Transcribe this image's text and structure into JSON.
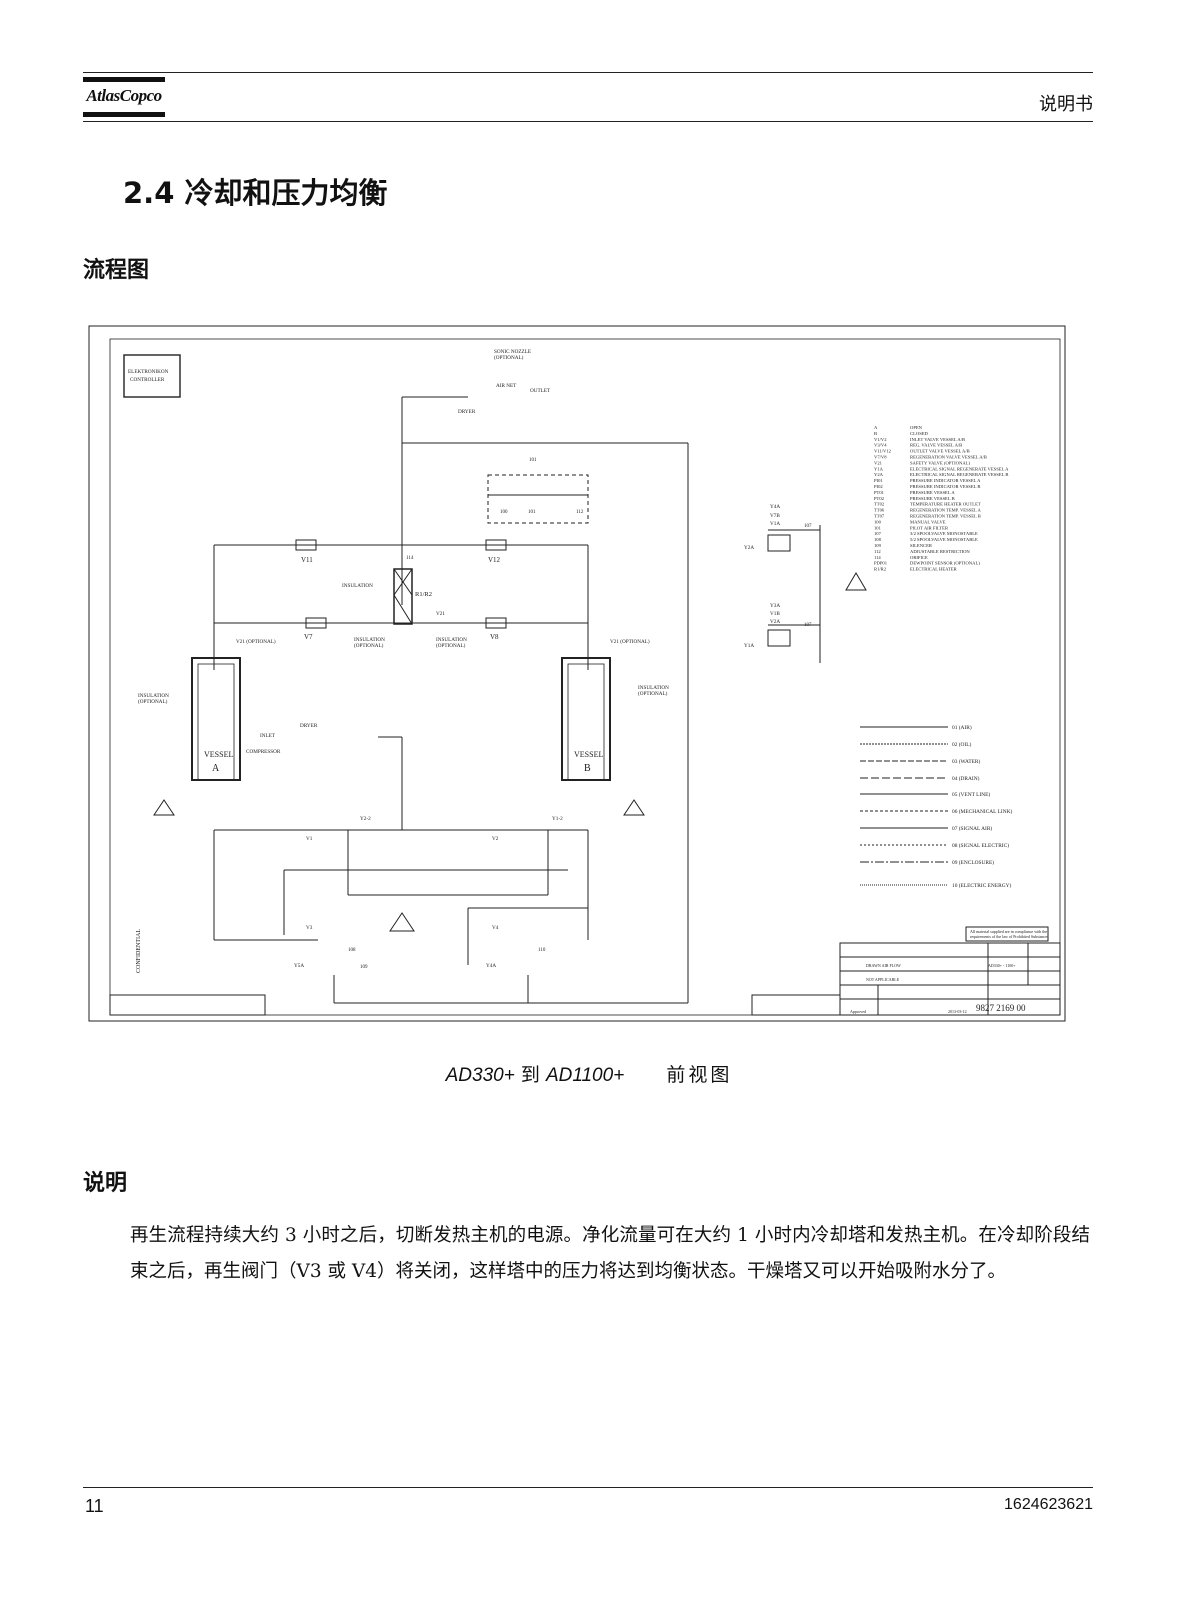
{
  "header": {
    "logo_text": "AtlasCopco",
    "right_label": "说明书"
  },
  "section_title": "2.4 冷却和压力均衡",
  "flow_heading": "流程图",
  "diagram": {
    "controller": [
      "ELEKTRONIKON",
      "CONTROLLER"
    ],
    "sonic_nozzle": [
      "SONIC NOZZLE",
      "(OPTIONAL)"
    ],
    "air_net": "AIR NET",
    "outlet": "OUTLET",
    "dryer_top": "DRYER",
    "v11": "V11",
    "v12": "V12",
    "v7": "V7",
    "v8": "V8",
    "v21": "V21",
    "r1r2": "R1/R2",
    "insulation": "INSULATION",
    "insulation_opt": [
      "INSULATION",
      "(OPTIONAL)"
    ],
    "v21_opt": "V21 (OPTIONAL)",
    "vessel_a": [
      "VESSEL",
      "A"
    ],
    "vessel_b": [
      "VESSEL",
      "B"
    ],
    "inlet": "INLET",
    "compressor": "COMPRESSOR",
    "dryer_in": "DRYER",
    "v1": "V1",
    "v2": "V2",
    "v3": "V3",
    "v4": "V4",
    "y1_2": "Y1-2",
    "y2_2": "Y2-2",
    "y3a": "Y3A",
    "y4a": "Y4A",
    "y1a": "Y1A",
    "y2a": "Y2A",
    "v5a": "Y5A",
    "v7b": "V7B",
    "v1a": "V1A",
    "y1b": "V1B",
    "y2b": "V2A",
    "box_labels": [
      "100",
      "101",
      "112",
      "107",
      "108",
      "109",
      "110",
      "114"
    ],
    "legend_codes": [
      [
        "A",
        "OPEN"
      ],
      [
        "B",
        "CLOSED"
      ],
      [
        "V1/V2",
        "INLET VALVE VESSEL A/B"
      ],
      [
        "V3/V4",
        "REG. VALVE VESSEL A/B"
      ],
      [
        "V11/V12",
        "OUTLET VALVE VESSEL A/B"
      ],
      [
        "V7/V8",
        "REGENERATION VALVE VESSEL A/B"
      ],
      [
        "V21",
        "SAFETY VALVE (OPTIONAL)"
      ],
      [
        "Y1A",
        "ELECTRICAL SIGNAL REGENERATE VESSEL A"
      ],
      [
        "Y2A",
        "ELECTRICAL SIGNAL REGENERATE VESSEL B"
      ],
      [
        "PI01",
        "PRESSURE INDICATOR VESSEL A"
      ],
      [
        "PI02",
        "PRESSURE INDICATOR VESSEL B"
      ],
      [
        "PT01",
        "PRESSURE VESSEL A"
      ],
      [
        "PT02",
        "PRESSURE VESSEL B"
      ],
      [
        "TT02",
        "TEMPERATURE HEATER OUTLET"
      ],
      [
        "TT06",
        "REGENERATION TEMP. VESSEL A"
      ],
      [
        "TT07",
        "REGENERATION TEMP. VESSEL B"
      ],
      [
        "100",
        "MANUAL VALVE"
      ],
      [
        "101",
        "PILOT AIR FILTER"
      ],
      [
        "107",
        "3/2 SPOOLVALVE MONOSTABLE"
      ],
      [
        "108",
        "5/2 SPOOLVALVE MONOSTABLE"
      ],
      [
        "109",
        "SILENCER"
      ],
      [
        "112",
        "ADJUSTABLE RESTRICTION"
      ],
      [
        "114",
        "ORIFICE"
      ],
      [
        "PDP01",
        "DEWPOINT SENSOR (OPTIONAL)"
      ],
      [
        "R1/R2",
        "ELECTRICAL HEATER"
      ]
    ],
    "line_legend": [
      "01 (AIR)",
      "02 (OIL)",
      "03 (WATER)",
      "04 (DRAIN)",
      "05 (VENT LINE)",
      "06 (MECHANICAL LINK)",
      "07 (SIGNAL AIR)",
      "08 (SIGNAL ELECTRIC)",
      "09 (ENCLOSURE)",
      "10 (ELECTRIC ENERGY)"
    ],
    "note_box": [
      "All material supplied are in compliance with the",
      "requirements of the law of Prohibited Substances"
    ],
    "title_block": {
      "flow": "DRAWN AIR FLOW",
      "code": "AD330+ - 1100+",
      "app": "NOT APPLICABLE",
      "approved": "Approved",
      "drawing_number": "9827 2169 00",
      "date": "2013-03-12"
    },
    "confidential": "CONFIDENTIAL"
  },
  "caption": {
    "model": "AD330+",
    "connector": "到",
    "model2": "AD1100+",
    "view": "前视图"
  },
  "desc_heading": "说明",
  "paragraph": "再生流程持续大约 3 小时之后，切断发热主机的电源。净化流量可在大约 1 小时内冷却塔和发热主机。在冷却阶段结束之后，再生阀门（V3 或 V4）将关闭，这样塔中的压力将达到均衡状态。干燥塔又可以开始吸附水分了。",
  "footer": {
    "page": "11",
    "doc_number": "1624623621"
  }
}
